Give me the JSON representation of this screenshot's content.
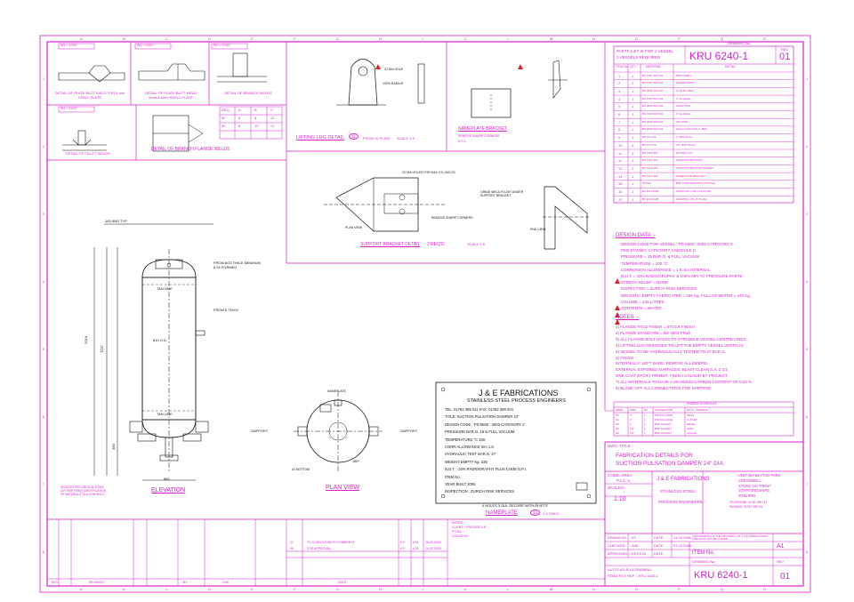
{
  "drawing_no_label": "DRAWING No",
  "drawing_no": "KRU 6240-1",
  "rev_label": "REV",
  "rev": "01",
  "parts_list_title": "PARTS LIST IS FOR 1 VESSEL",
  "parts_list_sub": "2 VESSELS REQUIRED",
  "parts_headers": [
    "ITEM No.",
    "QTY",
    "MATERIAL",
    "DETAIL"
  ],
  "parts_rows": [
    {
      "item": "1",
      "qty": "1",
      "material": "BS 1501 316 S31",
      "detail": "MAIN SHELL"
    },
    {
      "item": "2",
      "qty": "2",
      "material": "BS 1501 316 S31",
      "detail": "DISHED ENDS"
    },
    {
      "item": "3",
      "qty": "1",
      "material": "BS 3605 316 S31",
      "detail": "OUTLET PIPE"
    },
    {
      "item": "4",
      "qty": "1",
      "material": "BS 1503 316 S31",
      "detail": "3\" FLANGE"
    },
    {
      "item": "5",
      "qty": "1",
      "material": "BS 3605 316 S31",
      "detail": "INLET PIPE"
    },
    {
      "item": "6",
      "qty": "1",
      "material": "BS 1503 316 S31",
      "detail": "3\" FLANGE"
    },
    {
      "item": "7",
      "qty": "1",
      "material": "BS 3605 316 S31",
      "detail": "3/4\" PIPE"
    },
    {
      "item": "8",
      "qty": "1",
      "material": "BS 3605 316 S31",
      "detail": "HALF COUPLING 1\" BSP"
    },
    {
      "item": "9",
      "qty": "1",
      "material": "BS 970 316",
      "detail": "1\" BSP PLUG"
    },
    {
      "item": "10",
      "qty": "2",
      "material": "BS 970 316",
      "detail": "1/2\" BSP PLUG"
    },
    {
      "item": "11",
      "qty": "2",
      "material": "BS 1449 316",
      "detail": "LIFTING LUG"
    },
    {
      "item": "12",
      "qty": "2",
      "material": "BS 1449 316",
      "detail": "SUPPORT BRACKET"
    },
    {
      "item": "13",
      "qty": "2",
      "material": "BS 1449 316",
      "detail": "SUPPORT BRACKET GUSSET"
    },
    {
      "item": "14",
      "qty": "1",
      "material": "BS 1449 316",
      "detail": "NAMEPLATE BRACKET"
    },
    {
      "item": "15",
      "qty": "1",
      "material": "STOCK",
      "detail": "BSP COMPRESSION FITTINGS"
    },
    {
      "item": "16",
      "qty": "1",
      "material": "BS EN 10028",
      "detail": "FROM 250 x 150 x 10 PLATE"
    },
    {
      "item": "17",
      "qty": "1",
      "material": "BS EN 10028",
      "detail": "FROM 80 x 35 x 6 PLATE"
    }
  ],
  "design_data_title": "DESIGN DATA :-",
  "design_data": [
    "DESIGN CODE FOR VESSEL : PD 5500 : 2003 CATEGORY 2",
    "PED 97/23/EC CATEGORY II MODULE G",
    "PRESSURE = 15 BAR.G. & FULL VACUUM",
    "TEMPERATURE = 100 °C",
    "CORROSION ALLOWANCE = 1.5 mm INTERNAL",
    "N.D.T. = 10% RADIOGRAPHY & 100% MPI TO PRESSURE PARTS",
    "STRESS RELIEF = NONE",
    "INSPECTION = ZURICH RISK SERVICES",
    "WEIGHTS: EMPTY FABRICATED = 335 Kg. FULL OF WATER = 470 Kg.",
    "VOLUME = 445 LITRES",
    "CONTENTS = WATER"
  ],
  "notes_title": "NOTES :-",
  "notes": [
    "1) FLANGE FACE FINISH = STOCK FINISH",
    "2) FLANGE STANDARD = BS 4504 PN16",
    "3) ALL FLANGE BOLT HOLES TO STRADDLE VESSEL CENTRE LINES",
    "4) LIFTING LUG DESIGNED TO LIFT THE EMPTY VESSEL VERTICAL",
    "5) VESSEL TO BE HYDRAULICALLY TESTED TO 27 BAR.G.",
    "6) FINISH :-",
    "   INTERNALLY: LEFT BARE. REMOVE ALL DEBRIS.",
    "   EXTERNAL EXPOSED SURFACES: BLAST CLEAN S.A. 2 1/2",
    "   ONE COAT EPOXY PRIMER. FINISH COLOUR BY PROJECT",
    "7) ALL WATERIALS TO HAVE A MAXIMUM CARBON CONTENT OF 0.03 %",
    "8) BLANK OFF ALL CONNECTIONS FOR SHIPPING"
  ],
  "nozzle_title": "NOZZLE SCHEDULE",
  "nozzle_headers": [
    "MARK",
    "SIZE",
    "No",
    "CONNECTION",
    "DUTY / SERVICE"
  ],
  "nozzle_rows": [
    [
      "N1",
      "3\"",
      "1",
      "PN16 FLANGE",
      "INLET"
    ],
    [
      "N2",
      "3\"",
      "1",
      "PN16 FLANGE",
      "OUTLET"
    ],
    [
      "N3",
      "1\"",
      "1",
      "BSP SOCKET",
      "DRAIN"
    ],
    [
      "N4",
      "1/2\"",
      "1",
      "BSP SOCKET",
      "VENT"
    ],
    [
      "N5",
      "1/2\"",
      "1",
      "BSP SOCKET",
      "GAUGE"
    ]
  ],
  "dwg_title_label": "DWG. TITLE",
  "dwg_title": [
    "FABRICATION DETAILS FOR",
    "SUCTION PULSATION DAMPER 24\" DIA."
  ],
  "code_area_label": "CODE. AREA",
  "code_area": "P.L.C.'s",
  "scales_label": "SCALES:-",
  "scale": "1:10",
  "company_name": "J & E FABRICATIONS",
  "company_tag": [
    "STAINLESS STEEL",
    "PROCESS ENGINEERS"
  ],
  "company_address": [
    "UNIT 25A BLYTHE PARK",
    "CRESSWELL",
    "STOKE ON TRENT",
    "STAFFORDSHIRE",
    "ST11 9RD"
  ],
  "company_contact": [
    "TELEPHONE: 01782 399 011",
    "FAX/MAIL: 01782 399 004"
  ],
  "drawn_by_label": "DRAWN BY",
  "drawn_by": "KF",
  "checked_by_label": "CHECKED",
  "checked_by": "A/M",
  "date_label": "DATE",
  "drawn_date": "24.02.2006",
  "checked_date": "07.03.2006",
  "approved_label": "APPROVED",
  "edition_label": "EDITION",
  "sheet_size": "A1",
  "copyright": "THIS DRAWING IS THE PROPERTY OF J & E FABRICATIONS AND MUST NOT BE COPIED",
  "item_no_label": "ITEM No.",
  "autocad_note": [
    "AUTOCAD R.14 DRAWING",
    "ROAD FILE REF :- KRU 6240-1"
  ],
  "details": {
    "flat_butt": "DETAIL OF PLATE BUTT WELD FOR 6 mm SHELL PLATE",
    "thick_butt": "DETAIL OF PLATE BUTT WELD 6mm/8.5mm SHELL PLATE",
    "branch_weld": "DETAIL OF BRANCH WELDS",
    "fillet": "DETAIL OF FILLET WELDS",
    "branch_flange": "DETAIL OF BRANCH FLANGE WELDS",
    "w_tag": "W1 = XXXX"
  },
  "weld_table": {
    "headers": [
      "REQ.",
      "A",
      "B",
      "C"
    ],
    "rows": [
      [
        "80",
        "6",
        "8",
        "12"
      ],
      [
        "50",
        "8",
        "10",
        "12"
      ]
    ]
  },
  "lifting_lug": {
    "title": "LIFTING LUG DETAIL",
    "ref": "11",
    "note": "FROM 10 PLATE",
    "scale": "SCALE 1:5",
    "hole": "22 DIA HOLE",
    "corners": "100% RADIUS"
  },
  "nameplate_bracket": {
    "title": "NAMEPLATE BRACKET",
    "note1": "REMOVE SHARP CORNERS",
    "note2": "N.T.S."
  },
  "support_bracket": {
    "title": "SUPPORT BRACKET DETAIL",
    "qty": "2 REQ'D",
    "scale": "SCALE 1:5",
    "hole": "22 DIA HOLES FOR M16 H.D. BOLTS",
    "corners": "REMOVE SHARP CORNERS",
    "gusset": "GRIND WELD FLUSH UNDER SUPPORT BRACKET",
    "plan": "PLAN VIEW",
    "end": "END VIEW"
  },
  "elevation": {
    "title": "ELEVATION",
    "bolt_note": "165 AND TYP",
    "dia": "610 O.D.",
    "tan_top": "TAN LINE",
    "tan_bot": "TAN LINE",
    "f_shell": "FROM 6 THICK",
    "f_end": "FROM 8/10 THICK MINIMUM 6.24 FORMED",
    "h1": "2019",
    "h2": "1112",
    "h3": "380",
    "d1": "860"
  },
  "plan_view": {
    "title": "PLAN VIEW",
    "nameplate": "NAMEPLATE",
    "support_l": "SUPPORT",
    "support_r": "SUPPORT",
    "at_bottom": "AT BOTTOM",
    "angle": "180°"
  },
  "nameplate": {
    "company": "J & E FABRICATIONS",
    "tagline": "STAINLESS STEEL PROCESS ENGINEERS",
    "lines": [
      "TEL: 01782 399 011      FAX: 01782 399 004",
      "TITLE: SUCTION PULSATION DAMPER 24\"",
      "DESIGN CODE : PD 5500 : 2003 CATEGORY 2",
      "PRESSURE BAR.G.       15 & FULL VACUUM",
      "TEMPERATURE °C          100",
      "CORR.ALLOWANCE mm      1.5",
      "HYDRAULIC TEST BAR.G.   27",
      "WEIGHT EMPTY Kg.        335",
      "N.D.T. : 10% RADIOGRAPHY PLUS CODE D.P.I.",
      "ITEM No.",
      "YEAR BUILT              2006",
      "INSPECTION : ZURICH RISK SERVICES"
    ],
    "caption": "NAMEPLATE",
    "caption_note": "1.5 THICK",
    "holes": "4 HOLES 3 DIA. SECURE WITH RIVETS",
    "ref": "14"
  },
  "revision_rows": [
    {
      "rev": "01",
      "desc": "TO CLIENT/ZURICH COMMENTS",
      "by": "K.F.",
      "chk": "A.M.",
      "date": "16.03.2006"
    },
    {
      "rev": "00",
      "desc": "FOR APPROVAL",
      "by": "K.F.",
      "chk": "A.M.",
      "date": "24.02.2006"
    }
  ],
  "revision_headers": [
    "REV",
    "REVISION",
    "BY",
    "CHK",
    "DATE"
  ],
  "notes_small": [
    "NOTES:",
    "CLIENT = KRUGER U.K.",
    "PO No. :-",
    "LOCATION :-"
  ],
  "dim_note": "DENOTES PED CRITICAL ITEMS (OR PWE TERM) IDENTIFICATION OF MATERIALS TO A CONTRACT",
  "grid_cols": [
    "A",
    "B",
    "C",
    "D",
    "E",
    "F",
    "G",
    "H",
    "J",
    "K",
    "L",
    "M",
    "N",
    "O",
    "P",
    "Q",
    "R"
  ],
  "grid_rows": [
    "1",
    "2",
    "3",
    "4",
    "5",
    "6",
    "7",
    "8"
  ],
  "colors": {
    "line": "#d81ecf",
    "ink": "#111111",
    "pressure": "#e0202a"
  }
}
